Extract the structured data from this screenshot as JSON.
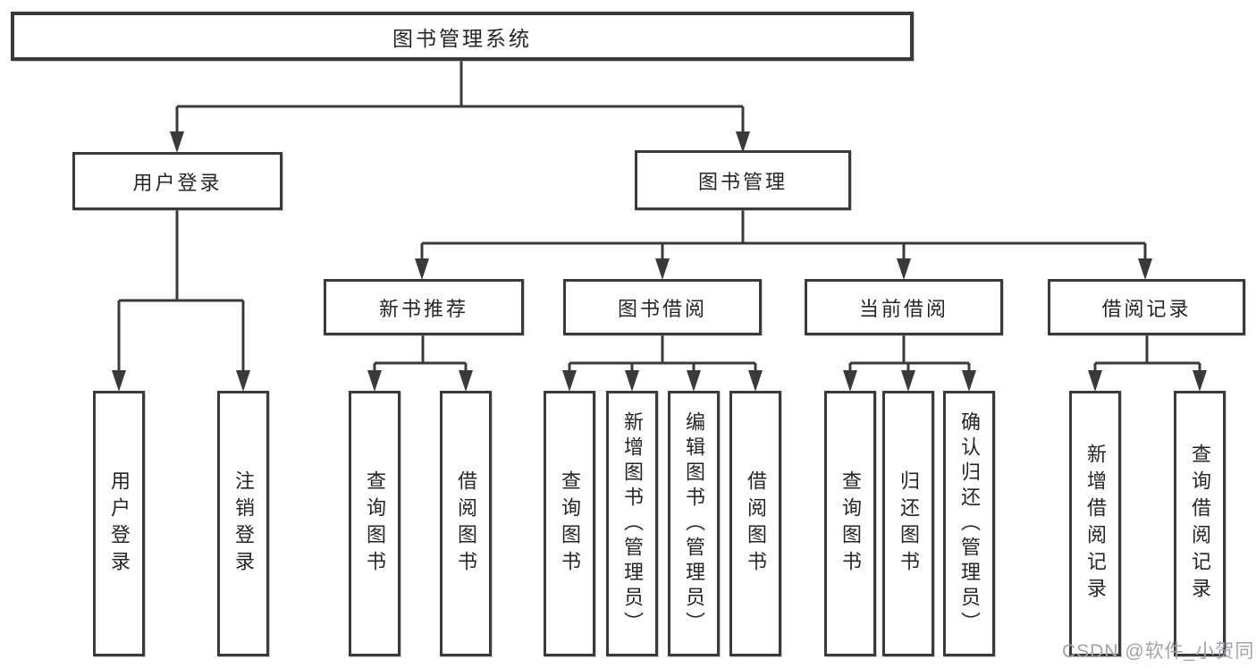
{
  "tree": {
    "label": "图书管理系统",
    "children": [
      {
        "label": "用户登录",
        "children": [
          {
            "label": "用户登录"
          },
          {
            "label": "注销登录"
          }
        ]
      },
      {
        "label": "图书管理",
        "children": [
          {
            "label": "新书推荐",
            "children": [
              {
                "label": "查询图书"
              },
              {
                "label": "借阅图书"
              }
            ]
          },
          {
            "label": "图书借阅",
            "children": [
              {
                "label": "查询图书"
              },
              {
                "label": "新增图书（管理员）"
              },
              {
                "label": "编辑图书（管理员）"
              },
              {
                "label": "借阅图书"
              }
            ]
          },
          {
            "label": "当前借阅",
            "children": [
              {
                "label": "查询图书"
              },
              {
                "label": "归还图书"
              },
              {
                "label": "确认归还（管理员）"
              }
            ]
          },
          {
            "label": "借阅记录",
            "children": [
              {
                "label": "新增借阅记录"
              },
              {
                "label": "查询借阅记录"
              }
            ]
          }
        ]
      }
    ]
  },
  "watermark": "CSDN @软件_小贺同学",
  "colors": {
    "line": "#3a3a3a",
    "text": "#262626",
    "background": "#ffffff",
    "watermark": "#a3a3a9"
  }
}
